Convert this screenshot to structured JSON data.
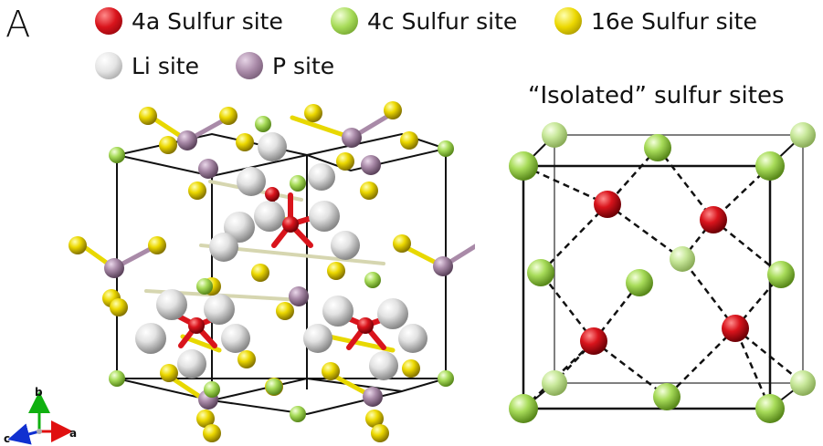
{
  "panel_label": "A",
  "colors": {
    "site_4a": "#d9141c",
    "site_4c": "#9ed84a",
    "site_16e": "#e8d800",
    "li": "#e6e6e6",
    "p": "#a98aa8",
    "axis_a": "#e01010",
    "axis_b": "#10b010",
    "axis_c": "#1030d0"
  },
  "legend": [
    {
      "label": "4a Sulfur site",
      "color": "#d9141c"
    },
    {
      "label": "4c Sulfur site",
      "color": "#9ed84a"
    },
    {
      "label": "16e Sulfur site",
      "color": "#e8d800"
    },
    {
      "label": "Li site",
      "color": "#e6e6e6"
    },
    {
      "label": "P site",
      "color": "#a98aa8"
    }
  ],
  "isolated_title": "“Isolated” sulfur sites",
  "axes": {
    "a": "a",
    "b": "b",
    "c": "c"
  }
}
